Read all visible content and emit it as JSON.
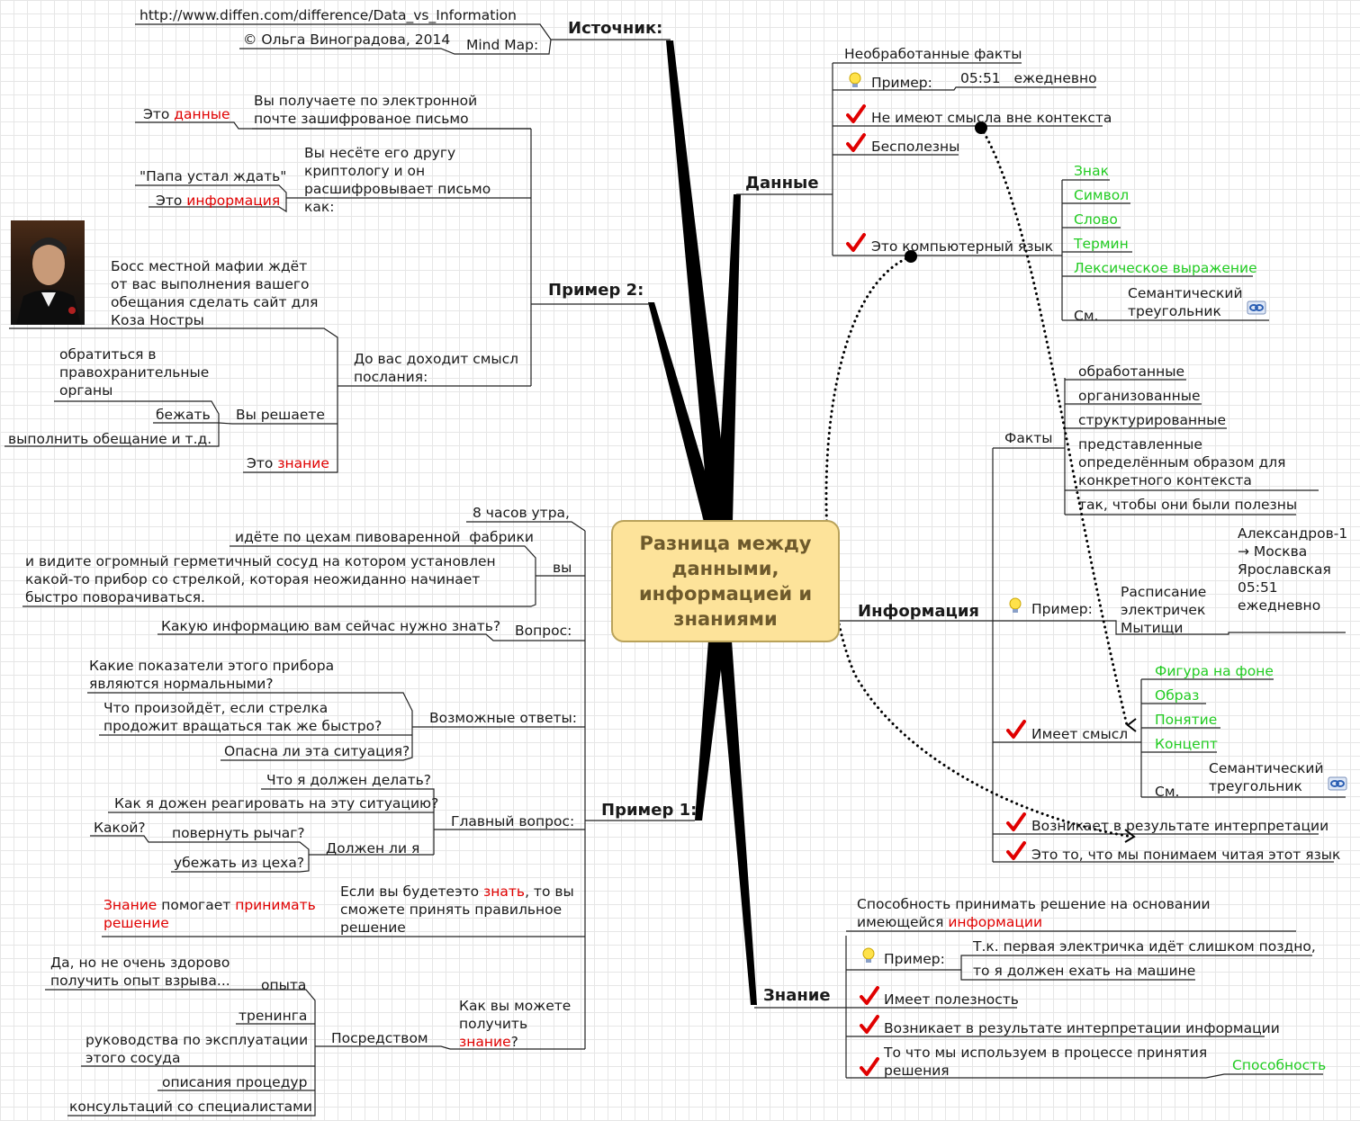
{
  "title": "Разница между данными, информацией и знаниями",
  "colors": {
    "accent_text": "#e00000",
    "green_text": "#22cc22",
    "center_fill": "#fde39a"
  },
  "icons": {
    "check": "red-checkmark-icon",
    "bulb": "lightbulb-icon",
    "link": "link-icon"
  },
  "source": {
    "label": "Источник:",
    "url": "http://www.diffen.com/difference/Data_vs_Information",
    "author": "© Ольга Виноградова, 2014",
    "mind_map": "Mind Map:"
  },
  "example2": {
    "label": "Пример 2:",
    "email": "Вы получаете по электронной почте зашифрованое письмо",
    "this_is_prefix": "Это ",
    "data_word": "данные",
    "friend": "Вы несёте его другу криптологу и он расшифровывает письмо как:",
    "papa": "\"Папа устал ждать\"",
    "info_word": "информация",
    "boss": "Босс местной мафии ждёт от вас выполнения вашего обещания сделать сайт для Коза Ностры",
    "meaning": "До вас доходит смысл послания:",
    "police": "обратиться в правохранительные органы",
    "run": "бежать",
    "fulfill": "выполнить обещание и т.д.",
    "decide": "Вы решаете",
    "knowledge_word": "знание"
  },
  "example1": {
    "label": "Пример 1:",
    "eight": "8 часов утра,",
    "you": "вы",
    "walk": "идёте по цехам пивоваренной  фабрики",
    "vessel": "и видите огромный герметичный сосуд на котором установлен какой-то прибор со стрелкой, которая неожиданно начинает быстро поворачиваться.",
    "question_label": "Вопрос:",
    "question": "Какую информацию вам сейчас нужно знать?",
    "answers_label": "Возможные ответы:",
    "ans1": "Какие показатели этого прибора являются нормальными?",
    "ans2": "Что произойдёт, если стрелка продожит вращаться так же быстро?",
    "ans3": "Опасна ли эта ситуация?",
    "main_label": "Главный вопрос:",
    "mq1": "Что я должен делать?",
    "mq2": "Как я дожен реагировать на эту ситуацию?",
    "must": "Должен ли я",
    "which": "Какой?",
    "lever": "повернуть рычаг?",
    "flee": "убежать из цеха?",
    "if_prefix": "Если вы будете",
    "if_mid": "это ",
    "know_word": "знать",
    "if_rest": ", то вы сможете принять правильное решение",
    "helps_1": "Знание",
    "helps_2": " помогает ",
    "helps_3": "принимать решение",
    "how_q_1": "Как вы можете получить ",
    "how_q_2": "знание",
    "how_q_3": "?",
    "via": "Посредством",
    "yes_but": "Да, но не очень здорово получить опыт взрыва...",
    "experience": "опыта",
    "training": "тренинга",
    "manuals": "руководства по эксплуатации этого сосуда",
    "procedures": "описания процедур",
    "consult": "консультаций со специалистами"
  },
  "data": {
    "label": "Данные",
    "raw": "Необработанные факты",
    "example_label": "Пример:",
    "example": "05:51   ежедневно",
    "no_meaning": "Не имеют смысла вне контекста",
    "useless": "Бесполезны",
    "computer_lang": "Это компьютерный язык",
    "green_items": [
      "Знак",
      "Символ",
      "Слово",
      "Термин",
      "Лексическое выражение"
    ],
    "see": "См.",
    "triangle": "Семантический треугольник"
  },
  "information": {
    "label": "Информация",
    "facts": "Факты",
    "fact_items": [
      "обработанные",
      "организованные",
      "структурированные",
      "представленные определённым образом для конкретного контекста",
      "так, чтобы они были полезны"
    ],
    "example_label": "Пример:",
    "schedule": "Расписание электричек Мытищи",
    "schedule_detail": "Александров-1 → Москва Ярославская 05:51 ежедневно",
    "has_meaning": "Имеет смысл",
    "green_items": [
      "Фигура на фоне",
      "Образ",
      "Понятие",
      "Концепт"
    ],
    "see": "См.",
    "triangle": "Семантический треугольник",
    "arises": "Возникает в результате интерпретации",
    "understand": "Это то, что мы понимаем читая этот язык"
  },
  "knowledge": {
    "label": "Знание",
    "ability_1": "Способность принимать решение на основании имеющейся ",
    "ability_2": "информации",
    "example_label": "Пример:",
    "ex1": "Т.к. первая электричка идёт слишком поздно,",
    "ex2": "то я должен ехать на машине",
    "useful": "Имеет полезность",
    "arises": "Возникает в результате интерпретации информации",
    "decision": "То что мы используем в процессе принятия решения",
    "ability_green": "Способность"
  }
}
